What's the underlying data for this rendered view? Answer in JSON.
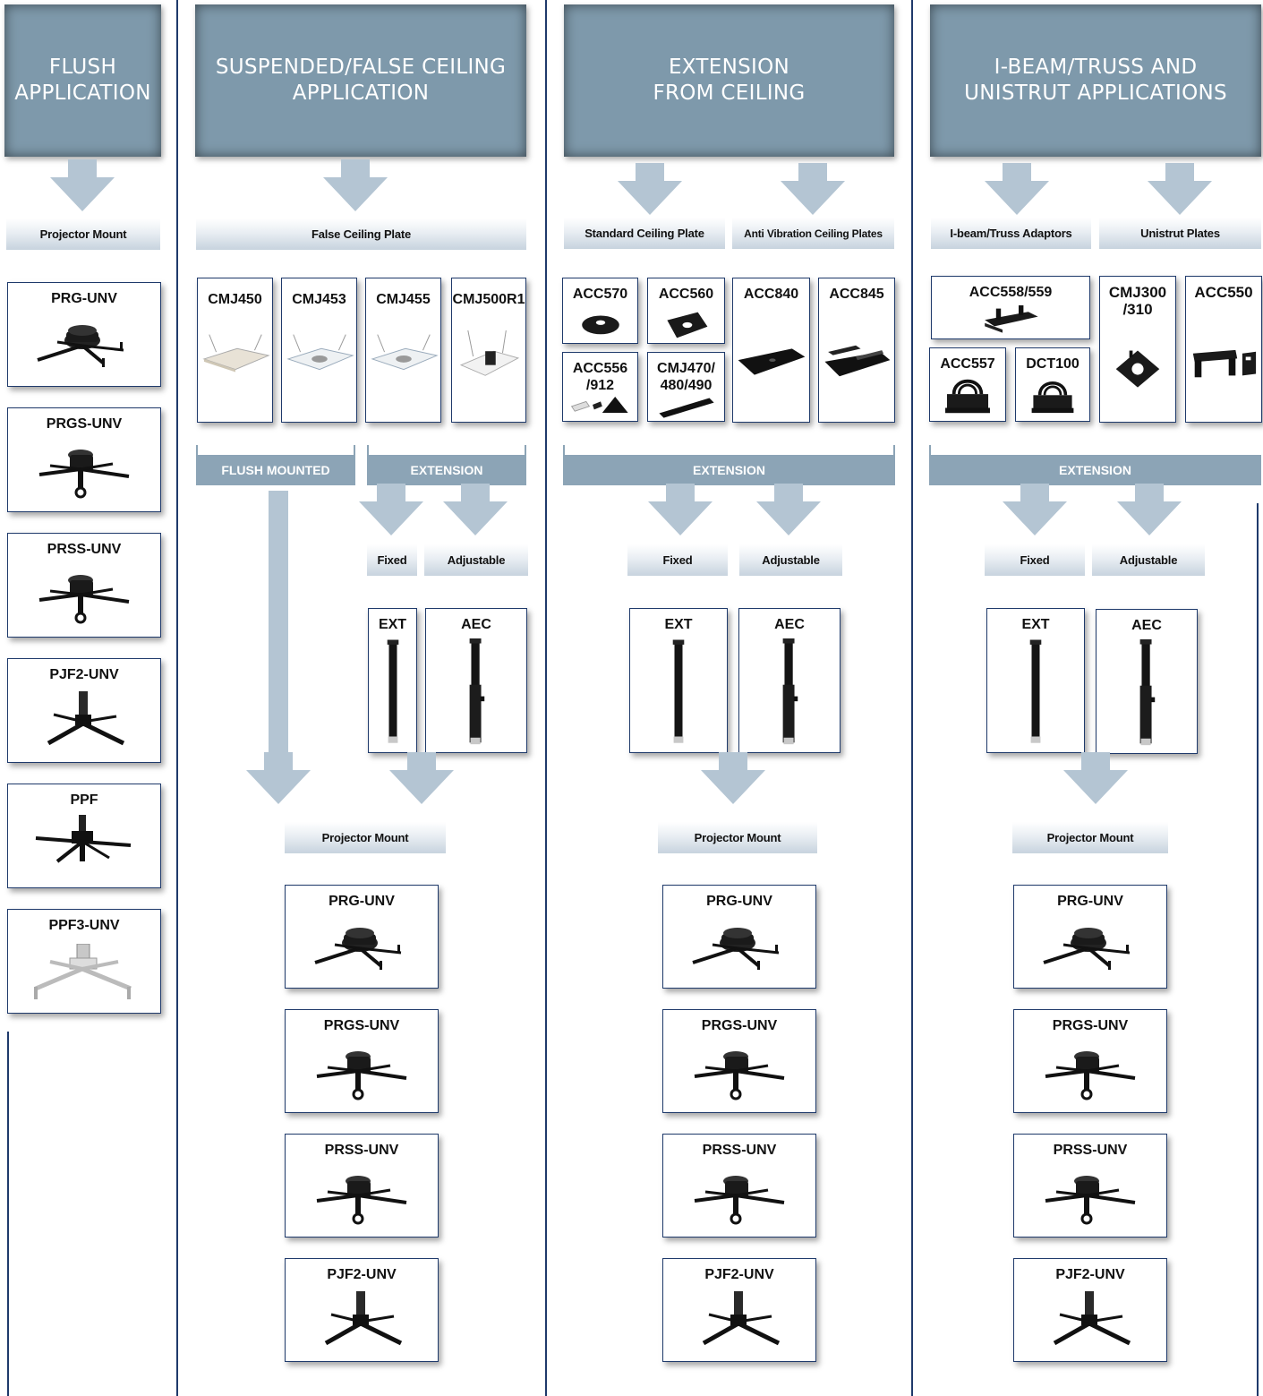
{
  "headers": {
    "flush": "FLUSH\nAPPLICATION",
    "suspended": "SUSPENDED/FALSE CEILING\nAPPLICATION",
    "extension": "EXTENSION\nFROM CEILING",
    "ibeam": "I-BEAM/TRUSS AND\nUNISTRUT APPLICATIONS"
  },
  "labels": {
    "projector_mount": "Projector Mount",
    "false_ceiling_plate": "False Ceiling Plate",
    "standard_ceiling_plate": "Standard Ceiling Plate",
    "anti_vibration": "Anti Vibration Ceiling Plates",
    "ibeam_adaptors": "I-beam/Truss Adaptors",
    "unistrut_plates": "Unistrut Plates",
    "fixed": "Fixed",
    "adjustable": "Adjustable"
  },
  "bars": {
    "flush_mounted": "FLUSH MOUNTED",
    "extension": "EXTENSION"
  },
  "products": {
    "prg": "PRG-UNV",
    "prgs": "PRGS-UNV",
    "prss": "PRSS-UNV",
    "pjf2": "PJF2-UNV",
    "ppf": "PPF",
    "ppf3": "PPF3-UNV",
    "cmj450": "CMJ450",
    "cmj453": "CMJ453",
    "cmj455": "CMJ455",
    "cmj500": "CMJ500R1",
    "acc570": "ACC570",
    "acc560": "ACC560",
    "acc840": "ACC840",
    "acc845": "ACC845",
    "acc556": "ACC556\n/912",
    "cmj470": "CMJ470/\n480/490",
    "acc558": "ACC558/559",
    "cmj300": "CMJ300\n/310",
    "acc550": "ACC550",
    "acc557": "ACC557",
    "dct100": "DCT100",
    "ext": "EXT",
    "aec": "AEC"
  },
  "icons": {
    "mount_prg": "projector-mount-prg-icon",
    "mount_prgs": "projector-mount-prgs-icon",
    "mount_pjf": "projector-mount-pjf-icon",
    "ceiling_plate": "false-ceiling-plate-icon",
    "extension_pole": "extension-pole-icon",
    "adjustable_pole": "adjustable-pole-icon"
  }
}
